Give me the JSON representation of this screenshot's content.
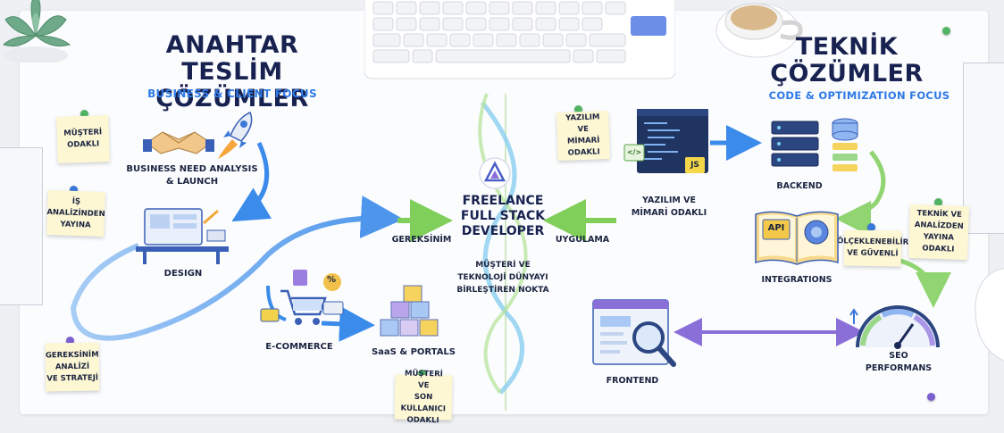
{
  "left": {
    "title_line1": "ANAHTAR TESLİM",
    "title_line2": "ÇÖZÜMLER",
    "subtitle": "BUSINESS & CLIENT FOCUS"
  },
  "right": {
    "title_line1": "TEKNİK",
    "title_line2": "ÇÖZÜMLER",
    "subtitle": "CODE & OPTIMIZATION FOCUS"
  },
  "center": {
    "title": "FREELANCE\nFULL STACK\nDEVELOPER",
    "subtitle": "MÜŞTERİ VE\nTEKNOLOJİ DÜNYAYI\nBİRLEŞTİREN NOKTA",
    "left_arrow_label": "GEREKSİNİM",
    "right_arrow_label": "UYGULAMA"
  },
  "nodes": {
    "business": "BUSINESS NEED ANALYSIS\n& LAUNCH",
    "design": "DESIGN",
    "ecommerce": "E-COMMERCE",
    "saas": "SaaS & PORTALS",
    "architecture": "YAZILIM VE\nMİMARİ ODAKLI",
    "backend": "BACKEND",
    "integrations": "INTEGRATIONS",
    "frontend": "FRONTEND",
    "seo": "SEO\nPERFORMANS"
  },
  "notes": {
    "customer_focused": "MÜŞTERİ\nODAKLI",
    "analysis_to_release": "İŞ ANALİZİNDEN\nYAYINA",
    "requirements_strategy": "GEREKSİNİM\nANALİZİ\nVE STRATEJİ",
    "customer_enduser": "MÜŞTERİ VE\nSON KULLANICI\nODAKLI",
    "software_architecture": "YAZILIM VE\nMİMARİ\nODAKLI",
    "scalable_secure": "ÖLÇEKLENEBİLİR\nVE GÜVENLİ",
    "tech_analysis_release": "TEKNİK VE\nANALİZDEN\nYAYINA ODAKLI"
  },
  "icons": {
    "api_text": "API",
    "js_text": "JS",
    "code_text": "</>",
    "percent_text": "%"
  },
  "colors": {
    "title": "#182250",
    "subtitle": "#2f7ae6",
    "flow_blue": "#3b8bea",
    "flow_green": "#7fcf5a",
    "flow_purple": "#8b6fd9",
    "note_bg": "#fdf7d4"
  }
}
